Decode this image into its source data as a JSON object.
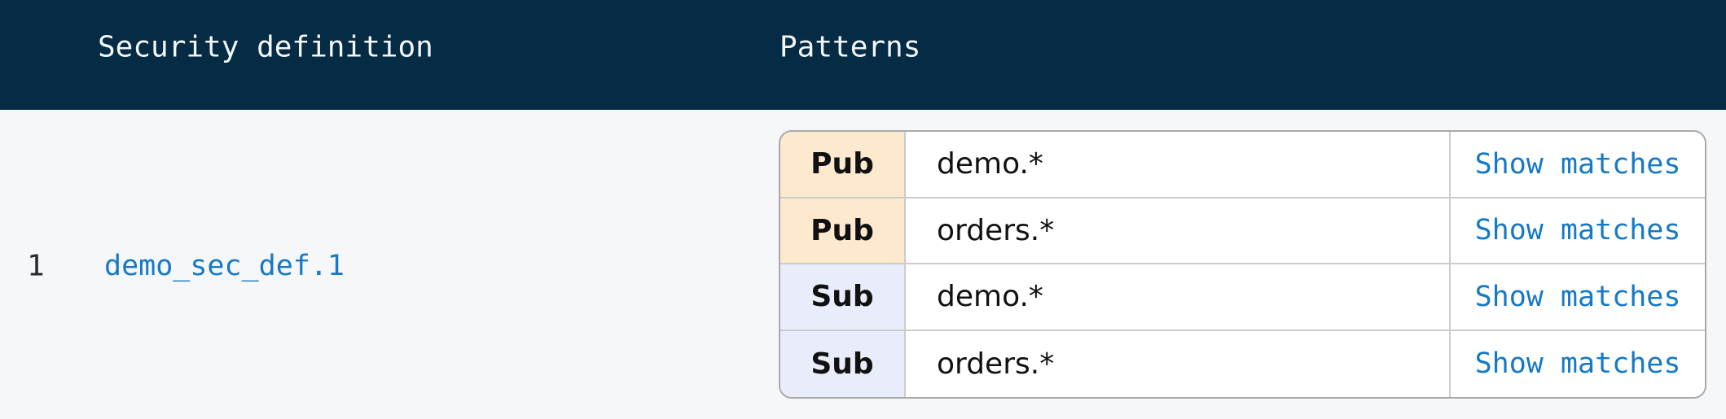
{
  "theme": {
    "header_bg": "#052c44",
    "header_text": "#f4f7f9",
    "page_bg": "#f6f7f9",
    "link_color": "#1579c6",
    "pub_badge_bg": "#fce9ce",
    "sub_badge_bg": "#e9edfb",
    "table_border": "#a9a9a9",
    "cell_divider": "#cccccc"
  },
  "table": {
    "headers": [
      {
        "label": "Security definition"
      },
      {
        "label": "Patterns"
      }
    ]
  },
  "row": {
    "index": "1",
    "security_definition_link": "demo_sec_def.1",
    "patterns": [
      {
        "type": "Pub",
        "pattern": "demo.*",
        "action_label": "Show matches"
      },
      {
        "type": "Pub",
        "pattern": "orders.*",
        "action_label": "Show matches"
      },
      {
        "type": "Sub",
        "pattern": "demo.*",
        "action_label": "Show matches"
      },
      {
        "type": "Sub",
        "pattern": "orders.*",
        "action_label": "Show matches"
      }
    ]
  }
}
